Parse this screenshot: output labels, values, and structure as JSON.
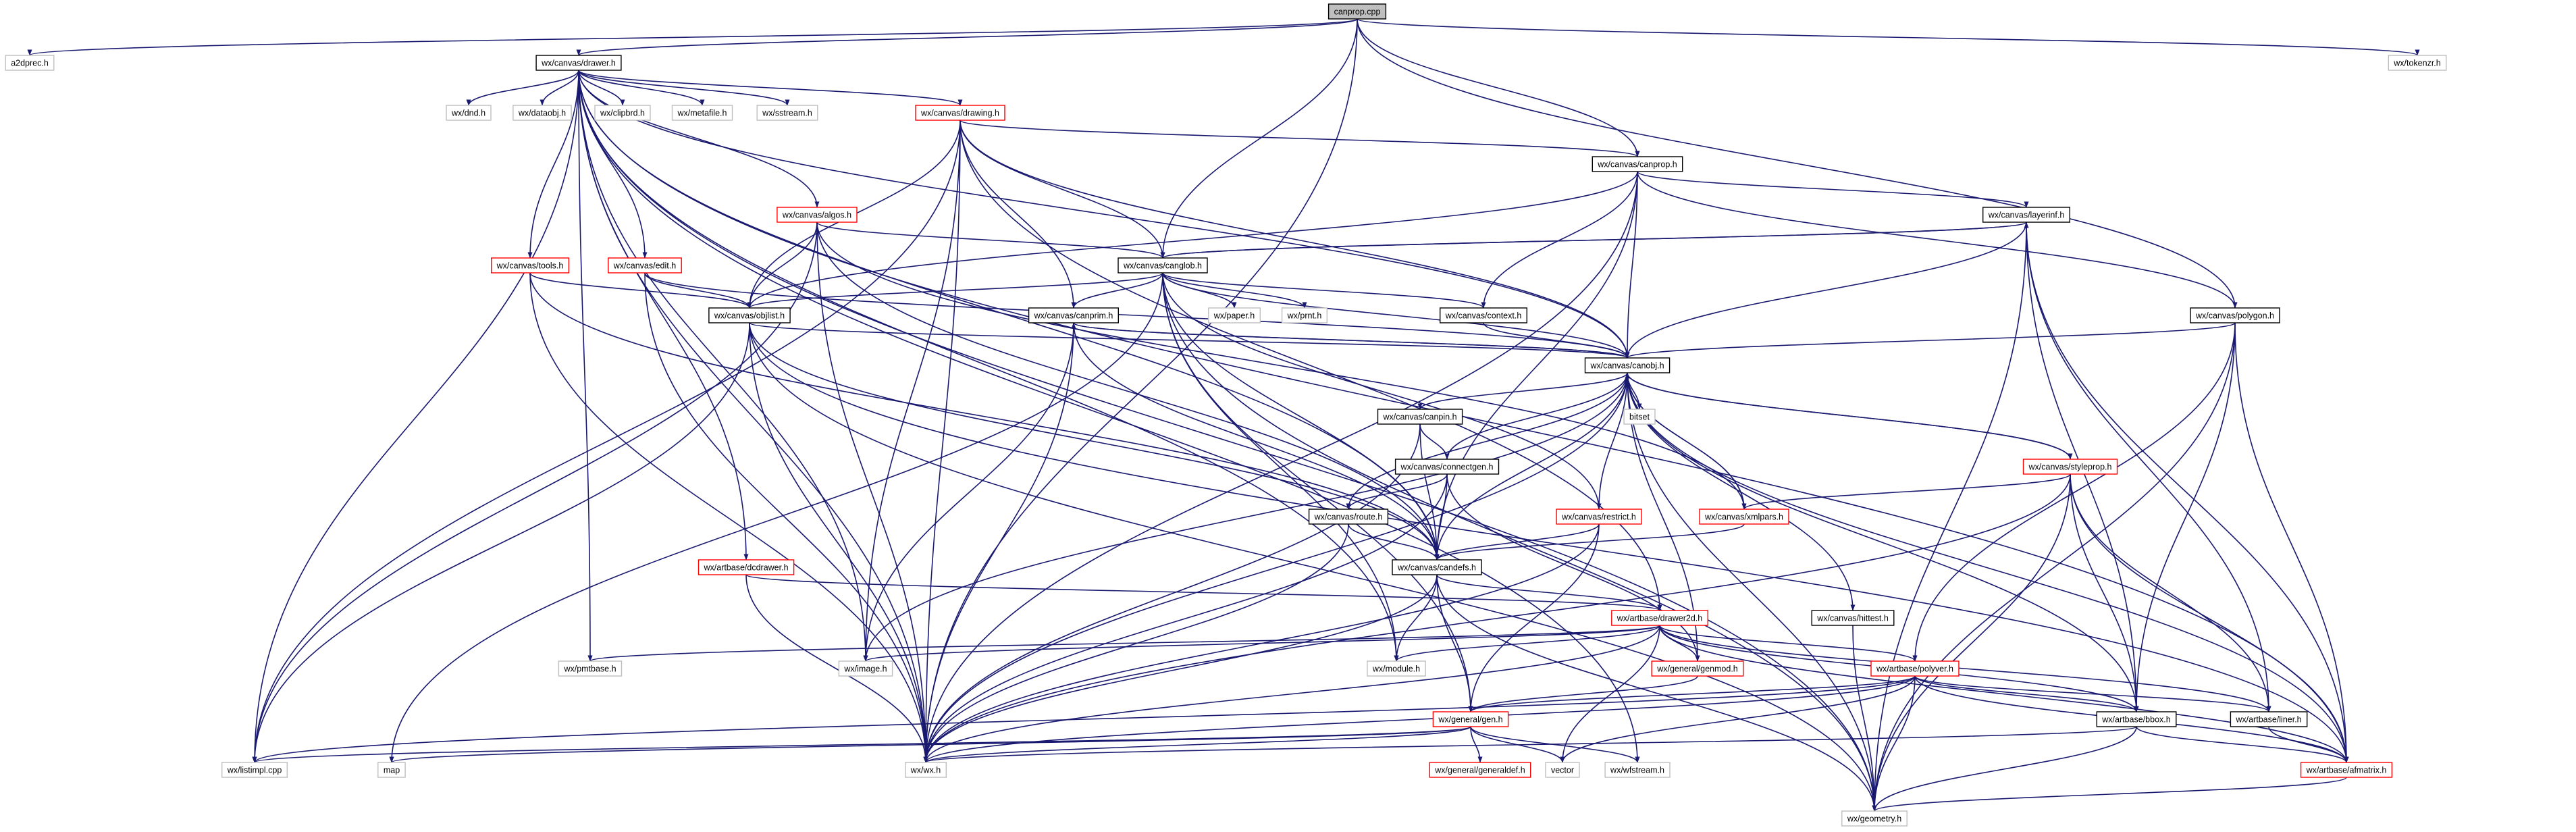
{
  "colors": {
    "normal_border": "#000000",
    "red_border": "#ff0000",
    "plain_border": "#bfbfbf",
    "root_fill": "#bfbfbf",
    "fill": "#ffffff",
    "edge": "#191970",
    "text": "#000000"
  },
  "graph": {
    "title": "canprop.cpp",
    "nodes": [
      {
        "id": "canprop_cpp",
        "label": "canprop.cpp",
        "style": "root"
      },
      {
        "id": "a2dprec",
        "label": "a2dprec.h",
        "style": "plain"
      },
      {
        "id": "drawer",
        "label": "wx/canvas/drawer.h",
        "style": "normal"
      },
      {
        "id": "tokenzr",
        "label": "wx/tokenzr.h",
        "style": "plain"
      },
      {
        "id": "dnd",
        "label": "wx/dnd.h",
        "style": "plain"
      },
      {
        "id": "dataobj",
        "label": "wx/dataobj.h",
        "style": "plain"
      },
      {
        "id": "clipbrd",
        "label": "wx/clipbrd.h",
        "style": "plain"
      },
      {
        "id": "metafile",
        "label": "wx/metafile.h",
        "style": "plain"
      },
      {
        "id": "sstream",
        "label": "wx/sstream.h",
        "style": "plain"
      },
      {
        "id": "drawing",
        "label": "wx/canvas/drawing.h",
        "style": "red"
      },
      {
        "id": "canprop_h",
        "label": "wx/canvas/canprop.h",
        "style": "normal"
      },
      {
        "id": "algos",
        "label": "wx/canvas/algos.h",
        "style": "red"
      },
      {
        "id": "layerinf",
        "label": "wx/canvas/layerinf.h",
        "style": "normal"
      },
      {
        "id": "tools",
        "label": "wx/canvas/tools.h",
        "style": "red"
      },
      {
        "id": "edit",
        "label": "wx/canvas/edit.h",
        "style": "red"
      },
      {
        "id": "canglob",
        "label": "wx/canvas/canglob.h",
        "style": "normal"
      },
      {
        "id": "objlist",
        "label": "wx/canvas/objlist.h",
        "style": "normal"
      },
      {
        "id": "canprim",
        "label": "wx/canvas/canprim.h",
        "style": "normal"
      },
      {
        "id": "paper",
        "label": "wx/paper.h",
        "style": "plain"
      },
      {
        "id": "prnt",
        "label": "wx/prnt.h",
        "style": "plain"
      },
      {
        "id": "context",
        "label": "wx/canvas/context.h",
        "style": "normal"
      },
      {
        "id": "polygon",
        "label": "wx/canvas/polygon.h",
        "style": "normal"
      },
      {
        "id": "canobj",
        "label": "wx/canvas/canobj.h",
        "style": "normal"
      },
      {
        "id": "bitset",
        "label": "bitset",
        "style": "plain"
      },
      {
        "id": "canpin",
        "label": "wx/canvas/canpin.h",
        "style": "normal"
      },
      {
        "id": "styleprop",
        "label": "wx/canvas/styleprop.h",
        "style": "red"
      },
      {
        "id": "connectgen",
        "label": "wx/canvas/connectgen.h",
        "style": "normal"
      },
      {
        "id": "route",
        "label": "wx/canvas/route.h",
        "style": "normal"
      },
      {
        "id": "restrict",
        "label": "wx/canvas/restrict.h",
        "style": "red"
      },
      {
        "id": "xmlpars",
        "label": "wx/canvas/xmlpars.h",
        "style": "red"
      },
      {
        "id": "dcdrawer",
        "label": "wx/artbase/dcdrawer.h",
        "style": "red"
      },
      {
        "id": "candefs",
        "label": "wx/canvas/candefs.h",
        "style": "normal"
      },
      {
        "id": "drawer2d",
        "label": "wx/artbase/drawer2d.h",
        "style": "red"
      },
      {
        "id": "hittest",
        "label": "wx/canvas/hittest.h",
        "style": "normal"
      },
      {
        "id": "pmtbase",
        "label": "wx/pmtbase.h",
        "style": "plain"
      },
      {
        "id": "image",
        "label": "wx/image.h",
        "style": "plain"
      },
      {
        "id": "module",
        "label": "wx/module.h",
        "style": "plain"
      },
      {
        "id": "genmod",
        "label": "wx/general/genmod.h",
        "style": "red"
      },
      {
        "id": "polyver",
        "label": "wx/artbase/polyver.h",
        "style": "red"
      },
      {
        "id": "gen",
        "label": "wx/general/gen.h",
        "style": "red"
      },
      {
        "id": "bbox",
        "label": "wx/artbase/bbox.h",
        "style": "normal"
      },
      {
        "id": "liner",
        "label": "wx/artbase/liner.h",
        "style": "normal"
      },
      {
        "id": "listimpl",
        "label": "wx/listimpl.cpp",
        "style": "plain"
      },
      {
        "id": "map",
        "label": "map",
        "style": "plain"
      },
      {
        "id": "wx",
        "label": "wx/wx.h",
        "style": "plain"
      },
      {
        "id": "generaldef",
        "label": "wx/general/generaldef.h",
        "style": "red"
      },
      {
        "id": "vector",
        "label": "vector",
        "style": "plain"
      },
      {
        "id": "wfstream",
        "label": "wx/wfstream.h",
        "style": "plain"
      },
      {
        "id": "afmatrix",
        "label": "wx/artbase/afmatrix.h",
        "style": "red"
      },
      {
        "id": "geometry",
        "label": "wx/geometry.h",
        "style": "plain"
      }
    ],
    "edges": [
      [
        "canprop_cpp",
        "a2dprec"
      ],
      [
        "canprop_cpp",
        "drawer"
      ],
      [
        "canprop_cpp",
        "tokenzr"
      ],
      [
        "canprop_cpp",
        "canprop_h"
      ],
      [
        "canprop_cpp",
        "canglob"
      ],
      [
        "canprop_cpp",
        "polygon"
      ],
      [
        "canprop_cpp",
        "wx"
      ],
      [
        "drawer",
        "dnd"
      ],
      [
        "drawer",
        "dataobj"
      ],
      [
        "drawer",
        "clipbrd"
      ],
      [
        "drawer",
        "metafile"
      ],
      [
        "drawer",
        "sstream"
      ],
      [
        "drawer",
        "drawing"
      ],
      [
        "drawer",
        "algos"
      ],
      [
        "drawer",
        "tools"
      ],
      [
        "drawer",
        "edit"
      ],
      [
        "drawer",
        "canobj"
      ],
      [
        "drawer",
        "dcdrawer"
      ],
      [
        "drawer",
        "pmtbase"
      ],
      [
        "drawer",
        "image"
      ],
      [
        "drawer",
        "listimpl"
      ],
      [
        "drawer",
        "wx"
      ],
      [
        "drawer",
        "geometry"
      ],
      [
        "drawer",
        "afmatrix"
      ],
      [
        "drawer",
        "wfstream"
      ],
      [
        "drawer",
        "candefs"
      ],
      [
        "drawer",
        "module"
      ],
      [
        "drawing",
        "canprop_h"
      ],
      [
        "drawing",
        "canglob"
      ],
      [
        "drawing",
        "objlist"
      ],
      [
        "drawing",
        "canprim"
      ],
      [
        "drawing",
        "canobj"
      ],
      [
        "drawing",
        "drawer2d"
      ],
      [
        "drawing",
        "listimpl"
      ],
      [
        "drawing",
        "wx"
      ],
      [
        "drawing",
        "image"
      ],
      [
        "canprop_h",
        "layerinf"
      ],
      [
        "canprop_h",
        "context"
      ],
      [
        "canprop_h",
        "canobj"
      ],
      [
        "canprop_h",
        "polygon"
      ],
      [
        "canprop_h",
        "candefs"
      ],
      [
        "canprop_h",
        "objlist"
      ],
      [
        "canprop_h",
        "wx"
      ],
      [
        "algos",
        "canglob"
      ],
      [
        "algos",
        "objlist"
      ],
      [
        "algos",
        "candefs"
      ],
      [
        "algos",
        "xmlpars"
      ],
      [
        "algos",
        "wx"
      ],
      [
        "algos",
        "listimpl"
      ],
      [
        "layerinf",
        "canglob"
      ],
      [
        "layerinf",
        "canobj"
      ],
      [
        "layerinf",
        "bbox"
      ],
      [
        "layerinf",
        "liner"
      ],
      [
        "layerinf",
        "geometry"
      ],
      [
        "layerinf",
        "afmatrix"
      ],
      [
        "tools",
        "objlist"
      ],
      [
        "tools",
        "candefs"
      ],
      [
        "tools",
        "wx"
      ],
      [
        "edit",
        "objlist"
      ],
      [
        "edit",
        "canobj"
      ],
      [
        "edit",
        "wx"
      ],
      [
        "canglob",
        "layerinf"
      ],
      [
        "canglob",
        "objlist"
      ],
      [
        "canglob",
        "canprim"
      ],
      [
        "canglob",
        "paper"
      ],
      [
        "canglob",
        "prnt"
      ],
      [
        "canglob",
        "context"
      ],
      [
        "canglob",
        "canobj"
      ],
      [
        "canglob",
        "restrict"
      ],
      [
        "canglob",
        "candefs"
      ],
      [
        "canglob",
        "gen"
      ],
      [
        "canglob",
        "module"
      ],
      [
        "canglob",
        "geometry"
      ],
      [
        "canglob",
        "map"
      ],
      [
        "objlist",
        "canobj"
      ],
      [
        "objlist",
        "candefs"
      ],
      [
        "objlist",
        "listimpl"
      ],
      [
        "objlist",
        "wx"
      ],
      [
        "objlist",
        "geometry"
      ],
      [
        "objlist",
        "afmatrix"
      ],
      [
        "canprim",
        "canobj"
      ],
      [
        "canprim",
        "candefs"
      ],
      [
        "canprim",
        "wx"
      ],
      [
        "canprim",
        "image"
      ],
      [
        "context",
        "canobj"
      ],
      [
        "polygon",
        "canobj"
      ],
      [
        "polygon",
        "polyver"
      ],
      [
        "polygon",
        "bbox"
      ],
      [
        "polygon",
        "afmatrix"
      ],
      [
        "polygon",
        "geometry"
      ],
      [
        "canobj",
        "bitset"
      ],
      [
        "canobj",
        "canpin"
      ],
      [
        "canobj",
        "styleprop"
      ],
      [
        "canobj",
        "connectgen"
      ],
      [
        "canobj",
        "route"
      ],
      [
        "canobj",
        "restrict"
      ],
      [
        "canobj",
        "xmlpars"
      ],
      [
        "canobj",
        "candefs"
      ],
      [
        "canobj",
        "hittest"
      ],
      [
        "canobj",
        "genmod"
      ],
      [
        "canobj",
        "bbox"
      ],
      [
        "canobj",
        "afmatrix"
      ],
      [
        "canobj",
        "image"
      ],
      [
        "canobj",
        "wx"
      ],
      [
        "canobj",
        "geometry"
      ],
      [
        "canobj",
        "canprim"
      ],
      [
        "canpin",
        "connectgen"
      ],
      [
        "canpin",
        "candefs"
      ],
      [
        "canpin",
        "wx"
      ],
      [
        "styleprop",
        "xmlpars"
      ],
      [
        "styleprop",
        "canobj"
      ],
      [
        "styleprop",
        "bbox"
      ],
      [
        "styleprop",
        "liner"
      ],
      [
        "styleprop",
        "afmatrix"
      ],
      [
        "styleprop",
        "geometry"
      ],
      [
        "styleprop",
        "wx"
      ],
      [
        "connectgen",
        "route"
      ],
      [
        "connectgen",
        "candefs"
      ],
      [
        "connectgen",
        "genmod"
      ],
      [
        "connectgen",
        "wx"
      ],
      [
        "route",
        "candefs"
      ],
      [
        "route",
        "wx"
      ],
      [
        "restrict",
        "candefs"
      ],
      [
        "restrict",
        "gen"
      ],
      [
        "restrict",
        "wx"
      ],
      [
        "xmlpars",
        "canobj"
      ],
      [
        "xmlpars",
        "candefs"
      ],
      [
        "dcdrawer",
        "drawer2d"
      ],
      [
        "dcdrawer",
        "wx"
      ],
      [
        "candefs",
        "drawer2d"
      ],
      [
        "candefs",
        "gen"
      ],
      [
        "candefs",
        "module"
      ],
      [
        "candefs",
        "wx"
      ],
      [
        "candefs",
        "geometry"
      ],
      [
        "drawer2d",
        "pmtbase"
      ],
      [
        "drawer2d",
        "image"
      ],
      [
        "drawer2d",
        "module"
      ],
      [
        "drawer2d",
        "genmod"
      ],
      [
        "drawer2d",
        "polyver"
      ],
      [
        "drawer2d",
        "bbox"
      ],
      [
        "drawer2d",
        "liner"
      ],
      [
        "drawer2d",
        "afmatrix"
      ],
      [
        "drawer2d",
        "wx"
      ],
      [
        "drawer2d",
        "vector"
      ],
      [
        "hittest",
        "geometry"
      ],
      [
        "genmod",
        "gen"
      ],
      [
        "polyver",
        "gen"
      ],
      [
        "polyver",
        "bbox"
      ],
      [
        "polyver",
        "liner"
      ],
      [
        "polyver",
        "afmatrix"
      ],
      [
        "polyver",
        "geometry"
      ],
      [
        "polyver",
        "vector"
      ],
      [
        "polyver",
        "wx"
      ],
      [
        "polyver",
        "listimpl"
      ],
      [
        "gen",
        "generaldef"
      ],
      [
        "gen",
        "vector"
      ],
      [
        "gen",
        "wfstream"
      ],
      [
        "gen",
        "wx"
      ],
      [
        "gen",
        "listimpl"
      ],
      [
        "gen",
        "map"
      ],
      [
        "bbox",
        "afmatrix"
      ],
      [
        "bbox",
        "geometry"
      ],
      [
        "bbox",
        "wx"
      ],
      [
        "liner",
        "afmatrix"
      ],
      [
        "afmatrix",
        "geometry"
      ]
    ]
  }
}
